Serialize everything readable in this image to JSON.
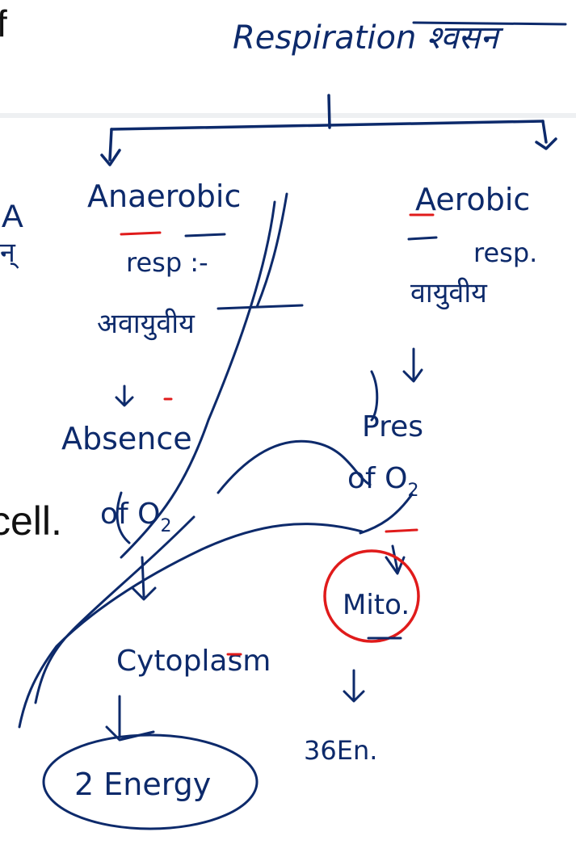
{
  "background_slide": {
    "fragment_left_1": "f",
    "fragment_left_2": "A",
    "fragment_left_3": "न्",
    "sentence_end": "cell."
  },
  "notes": {
    "title": "Respiration श्वसन",
    "left_branch": {
      "name": "Anaerobic",
      "sub": "resp :-",
      "hindi": "अवायुवीय",
      "condition": "Absence",
      "gas": "of O",
      "gas_sub": "2",
      "site": "Cytoplasm",
      "yield": "2 Energy"
    },
    "right_branch": {
      "name": "Aerobic",
      "sub": "resp.",
      "hindi": "वायुवीय",
      "condition": "Pres",
      "gas": "of O",
      "gas_sub": "2",
      "site": "Mito.",
      "yield": "36En."
    }
  },
  "colors": {
    "ink_blue": "#0d2a6b",
    "ink_red": "#e01b1b",
    "slide_text": "#111111",
    "header_divider": "#eef0f2"
  }
}
